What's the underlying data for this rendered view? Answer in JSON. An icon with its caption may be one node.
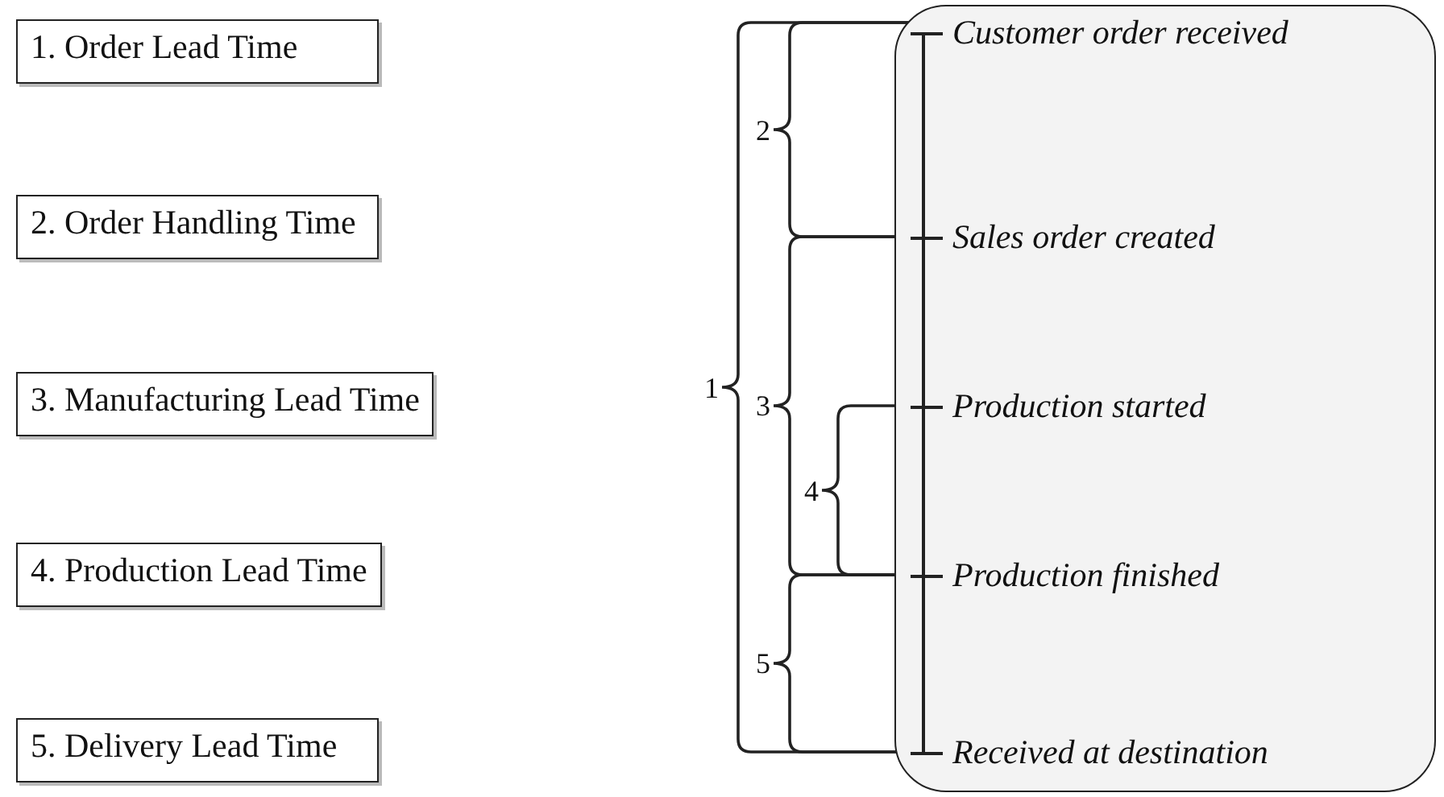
{
  "diagram": {
    "nodes": [
      {
        "text": [
          "1. Order Lead Time"
        ]
      },
      {
        "text": [
          "2. Order Handling Time"
        ]
      },
      {
        "text": [
          "3. Manufacturing Lead Time"
        ]
      },
      {
        "text": [
          "4. Production Lead Time"
        ]
      },
      {
        "text": [
          "5. Delivery Lead Time"
        ]
      },
      {
        "text": [
          "Customer order received",
          "Sales order created",
          "Production started",
          "Production finished",
          "Received at destination"
        ]
      }
    ],
    "edges": [],
    "labels": [
      "2",
      "1",
      "3",
      "4",
      "5"
    ]
  }
}
